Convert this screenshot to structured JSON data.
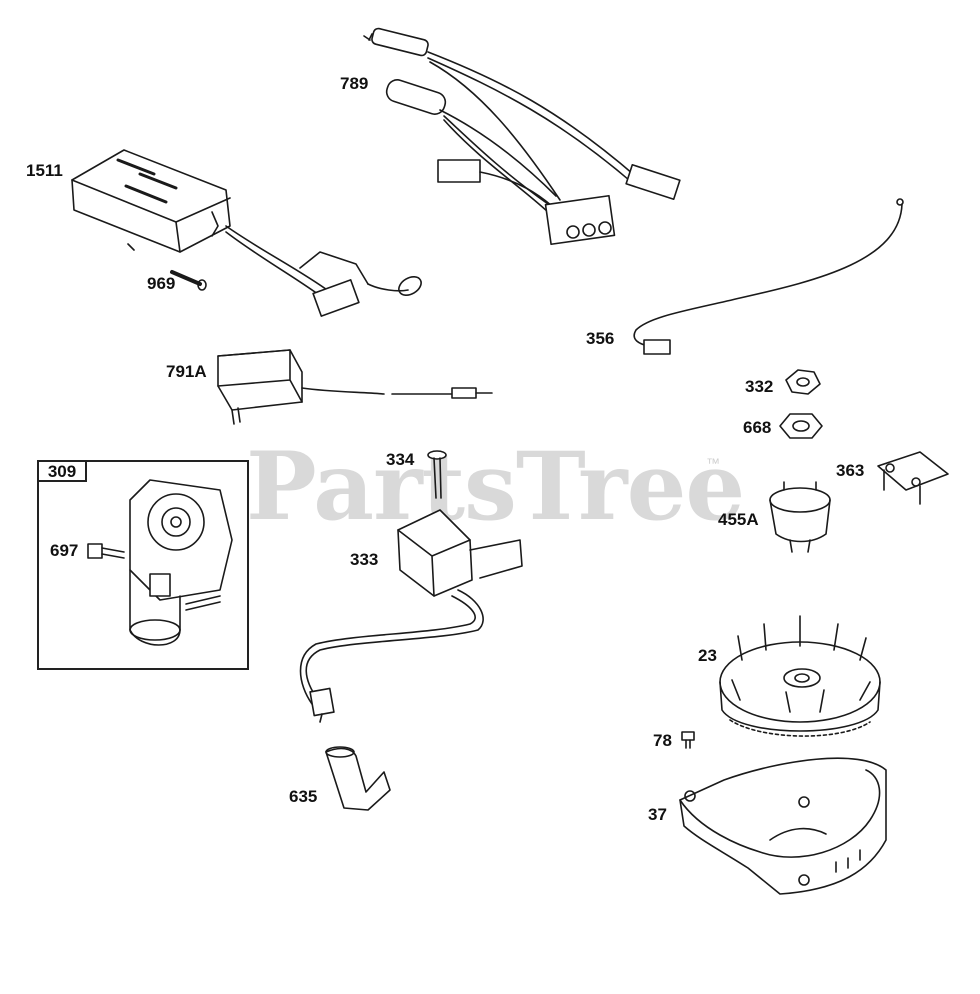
{
  "watermark": {
    "text": "PartsTree",
    "trademark": "™"
  },
  "parts": {
    "p1511": "1511",
    "p789": "789",
    "p969": "969",
    "p356": "356",
    "p791A": "791A",
    "p332": "332",
    "p668": "668",
    "p334": "334",
    "p363": "363",
    "p309": "309",
    "p455A": "455A",
    "p697": "697",
    "p333": "333",
    "p23": "23",
    "p78": "78",
    "p37": "37",
    "p635": "635"
  }
}
